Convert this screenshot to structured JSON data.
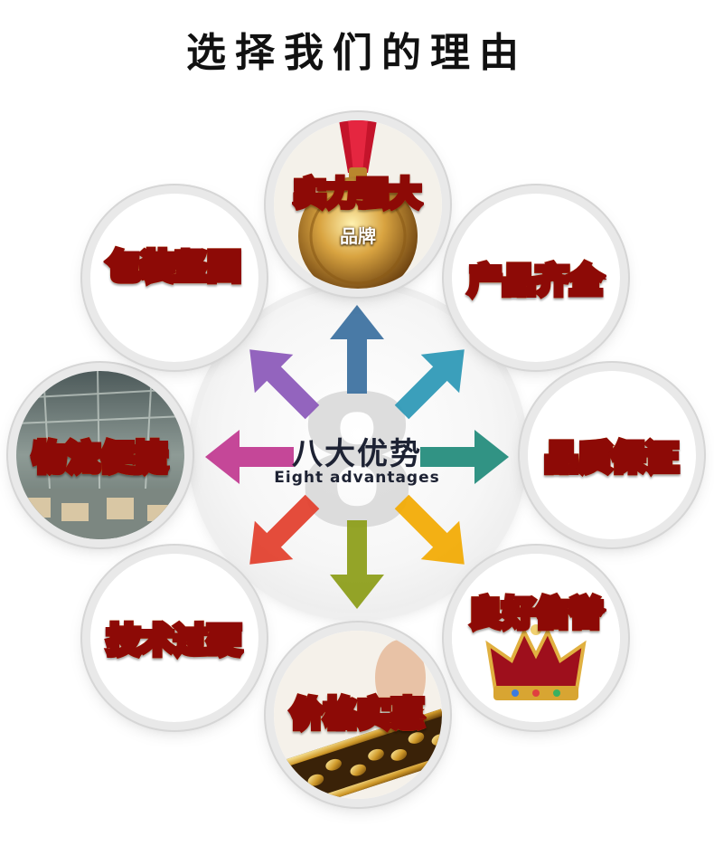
{
  "title": "选择我们的理由",
  "center": {
    "numeral": "8",
    "title": "八大优势",
    "subtitle": "Eight advantages"
  },
  "advantages": [
    {
      "label": "实力强大",
      "sublabel": "品牌",
      "picture": "gold-medal"
    },
    {
      "label": "产品齐全"
    },
    {
      "label": "品质保证"
    },
    {
      "label": "良好信誉",
      "picture": "red-crown"
    },
    {
      "label": "价格实惠",
      "picture": "gold-abacus"
    },
    {
      "label": "技术过硬"
    },
    {
      "label": "物流便捷",
      "picture": "warehouse"
    },
    {
      "label": "包装坚固"
    }
  ],
  "arrow_colors": {
    "up": "#3a6f9e",
    "up_right": "#2a97b5",
    "right": "#1f8a7a",
    "down_right": "#f2a900",
    "down": "#8b9c16",
    "down_left": "#e23d2a",
    "left": "#c0378f",
    "up_left": "#8a57b8"
  }
}
